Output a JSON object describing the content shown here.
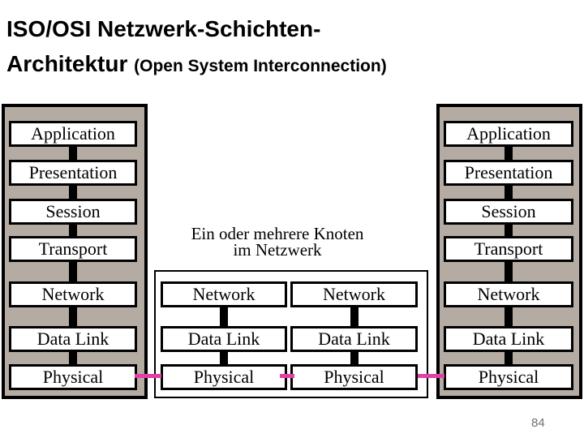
{
  "title": {
    "line1": "ISO/OSI Netzwerk-Schichten-",
    "line2_main": "Architektur",
    "line2_sub": "(Open System Interconnection)"
  },
  "caption": {
    "line1": "Ein oder mehrere Knoten",
    "line2": "im Netzwerk"
  },
  "stacks": {
    "left": {
      "layers": [
        "Application",
        "Presentation",
        "Session",
        "Transport",
        "Network",
        "Data Link",
        "Physical"
      ]
    },
    "right": {
      "layers": [
        "Application",
        "Presentation",
        "Session",
        "Transport",
        "Network",
        "Data Link",
        "Physical"
      ]
    }
  },
  "middle": {
    "nodes": [
      {
        "layers": [
          "Network",
          "Data Link",
          "Physical"
        ]
      },
      {
        "layers": [
          "Network",
          "Data Link",
          "Physical"
        ]
      }
    ]
  },
  "page_number": "84",
  "colors": {
    "stack_background": "#b4aba3",
    "physical_link": "#e33fa5",
    "border": "#000000",
    "page_number_gray": "#6f6f6f"
  }
}
